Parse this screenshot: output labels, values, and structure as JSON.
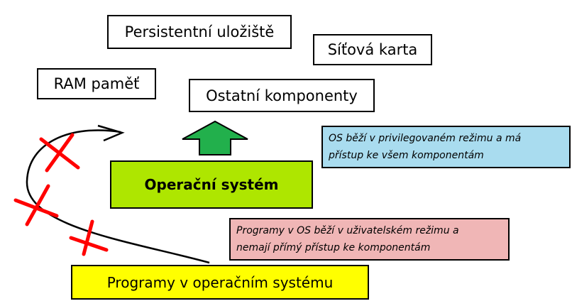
{
  "boxes": {
    "persistent_storage": "Persistentní uložiště",
    "network_card": "Síťová karta",
    "ram": "RAM paměť",
    "other_components": "Ostatní komponenty",
    "operating_system": "Operační systém",
    "privileged_note": {
      "line1": "OS běží v privilegovaném režimu a má",
      "line2": "přístup ke všem komponentám"
    },
    "user_note": {
      "line1": "Programy v OS běží v uživatelském režimu a",
      "line2": "nemají přímý přístup ke komponentám"
    },
    "programs": "Programy v operačním systému"
  },
  "colors": {
    "os_fill": "#aee600",
    "privileged_fill": "#a9dcef",
    "user_fill": "#f0b6b6",
    "programs_fill": "#ffff00",
    "up_arrow_fill": "#22b04c",
    "cross_color": "#ff0000"
  }
}
